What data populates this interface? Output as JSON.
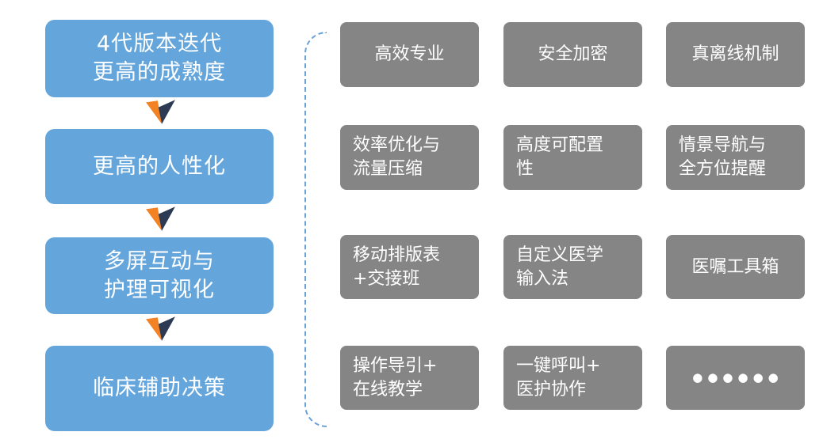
{
  "colors": {
    "step_blue": "#64A6DC",
    "feature_gray": "#858585",
    "arrow_orange": "#F28224",
    "arrow_navy": "#2C3A54",
    "bracket_blue": "#6AA2D8",
    "text_white": "#FFFFFF"
  },
  "flow": {
    "steps": [
      {
        "label": "4代版本迭代\n更高的成熟度"
      },
      {
        "label": "更高的人性化"
      },
      {
        "label": "多屏互动与\n护理可视化"
      },
      {
        "label": "临床辅助决策"
      }
    ]
  },
  "features": {
    "rows": [
      {
        "cells": [
          {
            "label": "高效专业"
          },
          {
            "label": "安全加密"
          },
          {
            "label": "真离线机制"
          }
        ]
      },
      {
        "cells": [
          {
            "label": "效率优化与\n流量压缩"
          },
          {
            "label": "高度可配置\n性"
          },
          {
            "label": "情景导航与\n全方位提醒"
          }
        ]
      },
      {
        "cells": [
          {
            "label": "移动排版表\n+交接班"
          },
          {
            "label": "自定义医学\n输入法"
          },
          {
            "label": "医嘱工具箱"
          }
        ]
      },
      {
        "cells": [
          {
            "label": "操作导引+\n在线教学"
          },
          {
            "label": "一键呼叫+\n医护协作"
          },
          {
            "label": "●●●●●●"
          }
        ]
      }
    ]
  }
}
